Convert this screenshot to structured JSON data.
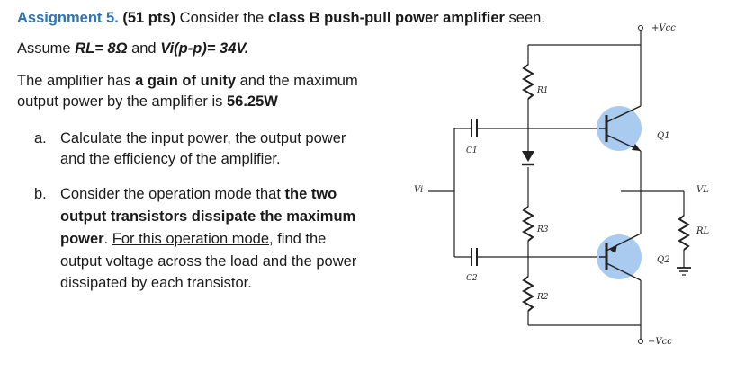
{
  "header": {
    "assignment": "Assignment 5.",
    "points": "(51 pts)",
    "consider": "Consider the",
    "amp_type": "class B push-pull power amplifier",
    "seen": "seen."
  },
  "assume": {
    "prefix": "Assume",
    "rl": "RL= 8Ω",
    "and": "and",
    "vi": "Vi(p-p)= 34V."
  },
  "intro": {
    "line1_prefix": "The amplifier has",
    "gain": "a gain of unity",
    "line1_suffix": "and the maximum",
    "line2_prefix": "output power by the amplifier is",
    "power": "56.25W"
  },
  "items": {
    "a": {
      "label": "a.",
      "line1": "Calculate the input power, the output power",
      "line2": "and the efficiency of the amplifier."
    },
    "b": {
      "label": "b.",
      "line1_prefix": "Consider the operation mode that",
      "bold1": "the two",
      "bold2": "output transistors dissipate the maximum",
      "bold3": "power",
      "line3_rest": ". ",
      "underline": "For this operation mode",
      "line3_suffix": ", find the",
      "line4": "output voltage across the load and the power",
      "line5": "dissipated by each transistor."
    }
  },
  "circuit": {
    "vcc_pos": "+Vcc",
    "vcc_neg": "−Vcc",
    "r1": "R1",
    "r2": "R2",
    "r3": "R3",
    "c1": "C1",
    "c2": "C2",
    "q1": "Q1",
    "q2": "Q2",
    "vi": "Vi",
    "vl": "VL",
    "rl": "RL",
    "colors": {
      "transistor_fill": "#a9cbf0",
      "wire": "#222222"
    }
  }
}
